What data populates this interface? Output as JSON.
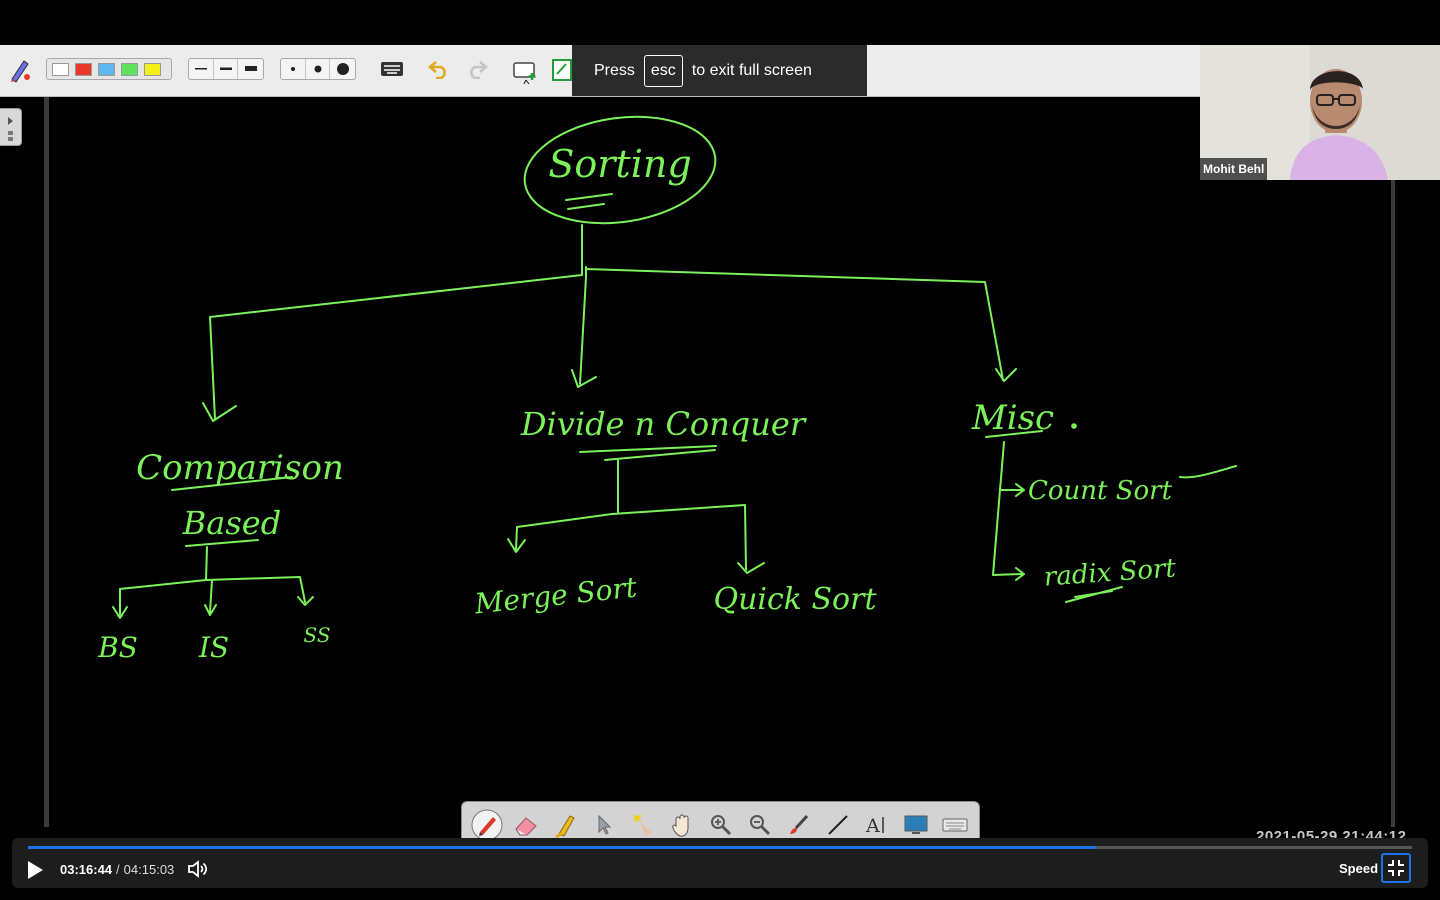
{
  "fullscreen_notice": {
    "press": "Press",
    "key": "esc",
    "rest": "to exit full screen"
  },
  "toolbar": {
    "colors": [
      "#ffffff",
      "#e8372b",
      "#5fb7ef",
      "#5ee35e",
      "#f2ef1b"
    ],
    "icons": [
      "pen-settings-icon",
      "line-thin-icon",
      "line-medium-icon",
      "line-thick-icon",
      "dot-small-icon",
      "dot-medium-icon",
      "dot-large-icon",
      "keyboard-icon",
      "undo-icon",
      "redo-icon",
      "whiteboard-icon",
      "page-icon"
    ]
  },
  "webcam": {
    "name": "Mohit Behl"
  },
  "whiteboard": {
    "ink_color": "#7cf25a",
    "root": "Sorting",
    "branches": [
      {
        "label_line1": "Comparison",
        "label_line2": "Based",
        "children": [
          "BS",
          "IS",
          "SS"
        ]
      },
      {
        "label_line1": "Divide n Conquer",
        "children": [
          "Merge Sort",
          "Quick Sort"
        ]
      },
      {
        "label_line1": "Misc",
        "children": [
          "Count Sort",
          "radix Sort"
        ]
      }
    ]
  },
  "pen_toolbar": {
    "tools": [
      "pen-icon",
      "eraser-icon",
      "highlighter-icon",
      "pointer-icon",
      "laser-pointer-icon",
      "hand-icon",
      "zoom-in-icon",
      "zoom-out-icon",
      "brush-icon",
      "line-icon",
      "text-icon",
      "screen-icon",
      "keyboard-icon"
    ]
  },
  "recording_timestamp": "2021-05-29  21:44:12",
  "player": {
    "current_time": "03:16:44",
    "separator": "/",
    "duration": "04:15:03",
    "progress": 0.7715,
    "speed_label": "Speed"
  }
}
